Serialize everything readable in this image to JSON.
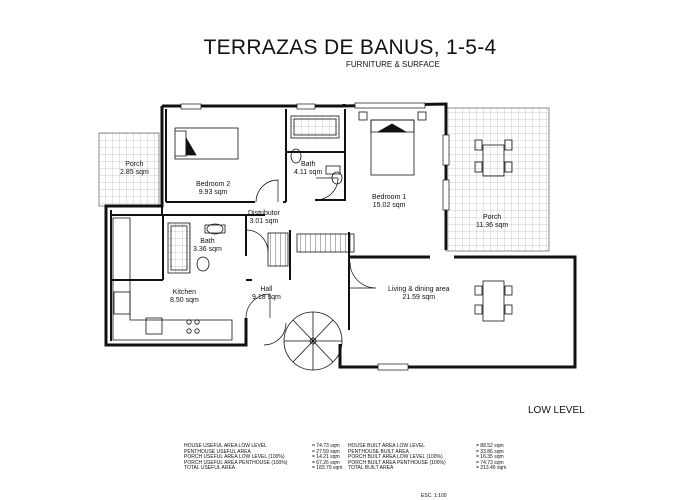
{
  "header": {
    "title": "TERRAZAS DE BANUS, 1-5-4",
    "subtitle": "FURNITURE & SURFACE"
  },
  "level_label": "LOW LEVEL",
  "rooms": {
    "porch_left": {
      "name": "Porch",
      "area": "2.85 sqm"
    },
    "bedroom2": {
      "name": "Bedroom 2",
      "area": "9.93 sqm"
    },
    "bath_top": {
      "name": "Bath",
      "area": "4.11 sqm"
    },
    "bedroom1": {
      "name": "Bedroom 1",
      "area": "15.02 sqm"
    },
    "porch_right": {
      "name": "Porch",
      "area": "11.36 sqm"
    },
    "distributor": {
      "name": "Distributor",
      "area": "3.01 sqm"
    },
    "bath_mid": {
      "name": "Bath",
      "area": "3.36 sqm"
    },
    "kitchen": {
      "name": "Kitchen",
      "area": "8.50 sqm"
    },
    "hall": {
      "name": "Hall",
      "area": "9.18 sqm"
    },
    "living": {
      "name": "Living & dining area",
      "area": "21.59 sqm"
    }
  },
  "area_table": {
    "left_labels": [
      "HOUSE USEFUL AREA LOW LEVEL",
      "PENTHOUSE USEFUL AREA",
      "PORCH USEFUL AREA LOW LEVEL (100%)",
      "PORCH USEFUL AREA PENTHOUSE (100%)",
      "TOTAL USEFUL AREA"
    ],
    "left_values": [
      "= 74.73 sqm",
      "= 27.59 sqm",
      "= 14.21 sqm",
      "= 67.26 sqm",
      "= 183.79 sqm"
    ],
    "right_labels": [
      "HOUSE BUILT AREA  LOW LEVEL",
      "PENTHOUSE BUILT AREA",
      "PORCH BUILT AREA LOW LEVEL (100%)",
      "PORCH BUILT AREA PENTHOUSE (100%)",
      "TOTAL BUILT AREA"
    ],
    "right_values": [
      "= 88.52 sqm",
      "= 33.86 sqm",
      "= 16.35 sqm",
      "= 74.73 sqm",
      "= 213.46 sqm"
    ]
  },
  "scale_label": "ESC. 1:100"
}
